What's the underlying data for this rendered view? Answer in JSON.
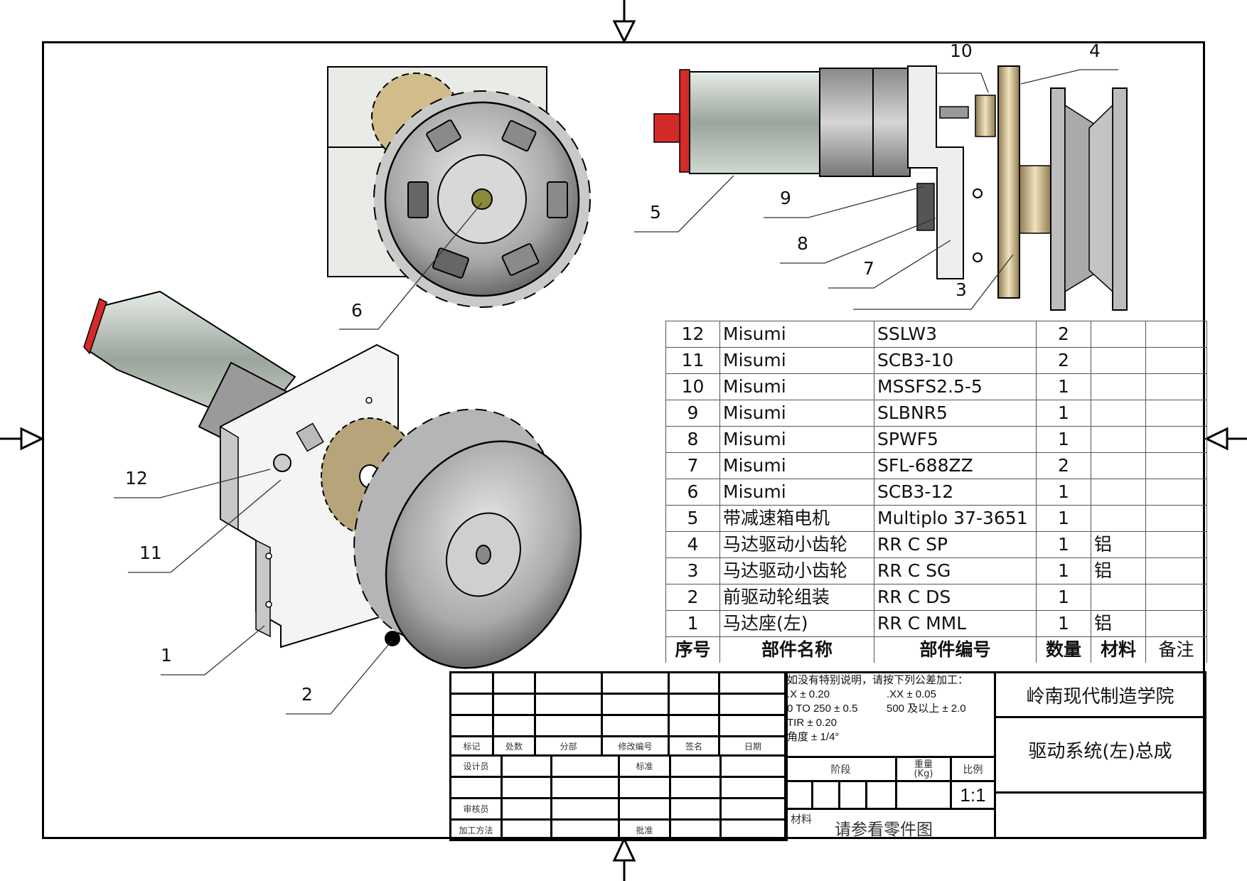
{
  "drawing": {
    "title": "驱动系统(左)总成",
    "organization": "岭南现代制造学院",
    "scale": "1:1",
    "material_note_label": "材料",
    "material_note": "请参看零件图"
  },
  "callouts": [
    {
      "number": "1"
    },
    {
      "number": "2"
    },
    {
      "number": "3"
    },
    {
      "number": "4"
    },
    {
      "number": "5"
    },
    {
      "number": "6"
    },
    {
      "number": "7"
    },
    {
      "number": "8"
    },
    {
      "number": "9"
    },
    {
      "number": "10"
    },
    {
      "number": "11"
    },
    {
      "number": "12"
    }
  ],
  "bom": {
    "headers": {
      "no": "序号",
      "name": "部件名称",
      "part_no": "部件编号",
      "qty": "数量",
      "material": "材料",
      "remark": "备注"
    },
    "rows": [
      {
        "no": "12",
        "name": "Misumi",
        "part_no": "SSLW3",
        "qty": "2",
        "material": "",
        "remark": ""
      },
      {
        "no": "11",
        "name": "Misumi",
        "part_no": "SCB3-10",
        "qty": "2",
        "material": "",
        "remark": ""
      },
      {
        "no": "10",
        "name": "Misumi",
        "part_no": "MSSFS2.5-5",
        "qty": "1",
        "material": "",
        "remark": ""
      },
      {
        "no": "9",
        "name": "Misumi",
        "part_no": "SLBNR5",
        "qty": "1",
        "material": "",
        "remark": ""
      },
      {
        "no": "8",
        "name": "Misumi",
        "part_no": "SPWF5",
        "qty": "1",
        "material": "",
        "remark": ""
      },
      {
        "no": "7",
        "name": "Misumi",
        "part_no": "SFL-688ZZ",
        "qty": "2",
        "material": "",
        "remark": ""
      },
      {
        "no": "6",
        "name": "Misumi",
        "part_no": "SCB3-12",
        "qty": "1",
        "material": "",
        "remark": ""
      },
      {
        "no": "5",
        "name": "带减速箱电机",
        "part_no": "Multiplo 37-3651",
        "qty": "1",
        "material": "",
        "remark": ""
      },
      {
        "no": "4",
        "name": "马达驱动小齿轮",
        "part_no": "RR C SP",
        "qty": "1",
        "material": "铝",
        "remark": ""
      },
      {
        "no": "3",
        "name": "马达驱动小齿轮",
        "part_no": "RR C SG",
        "qty": "1",
        "material": "铝",
        "remark": ""
      },
      {
        "no": "2",
        "name": "前驱动轮组装",
        "part_no": "RR C DS",
        "qty": "1",
        "material": "",
        "remark": ""
      },
      {
        "no": "1",
        "name": "马达座(左)",
        "part_no": "RR C MML",
        "qty": "1",
        "material": "铝",
        "remark": ""
      }
    ]
  },
  "revision_block": {
    "headers": [
      "标记",
      "处数",
      "分部",
      "修改编号",
      "签名",
      "日期"
    ]
  },
  "approval_block": {
    "designer": "设计员",
    "standard": "标准",
    "reviewer": "审核员",
    "process": "加工方法",
    "approve": "批准"
  },
  "tolerances": {
    "note": "如没有特别说明，请按下列公差加工：",
    "x1": ".X ± 0.20",
    "x2": ".XX ± 0.05",
    "range1": "0 TO 250 ± 0.5",
    "range2": "500 及以上 ± 2.0",
    "tir": "TIR ± 0.20",
    "angle": "角度 ± 1/4°"
  },
  "stage_block": {
    "stage_label": "阶段",
    "weight_label": "重量\n(Kg)",
    "scale_label": "比例"
  },
  "colors": {
    "line": "#000000",
    "motor_red": "#d42a2a",
    "steel": "#b8b8b8",
    "brass": "#c9b48a"
  }
}
